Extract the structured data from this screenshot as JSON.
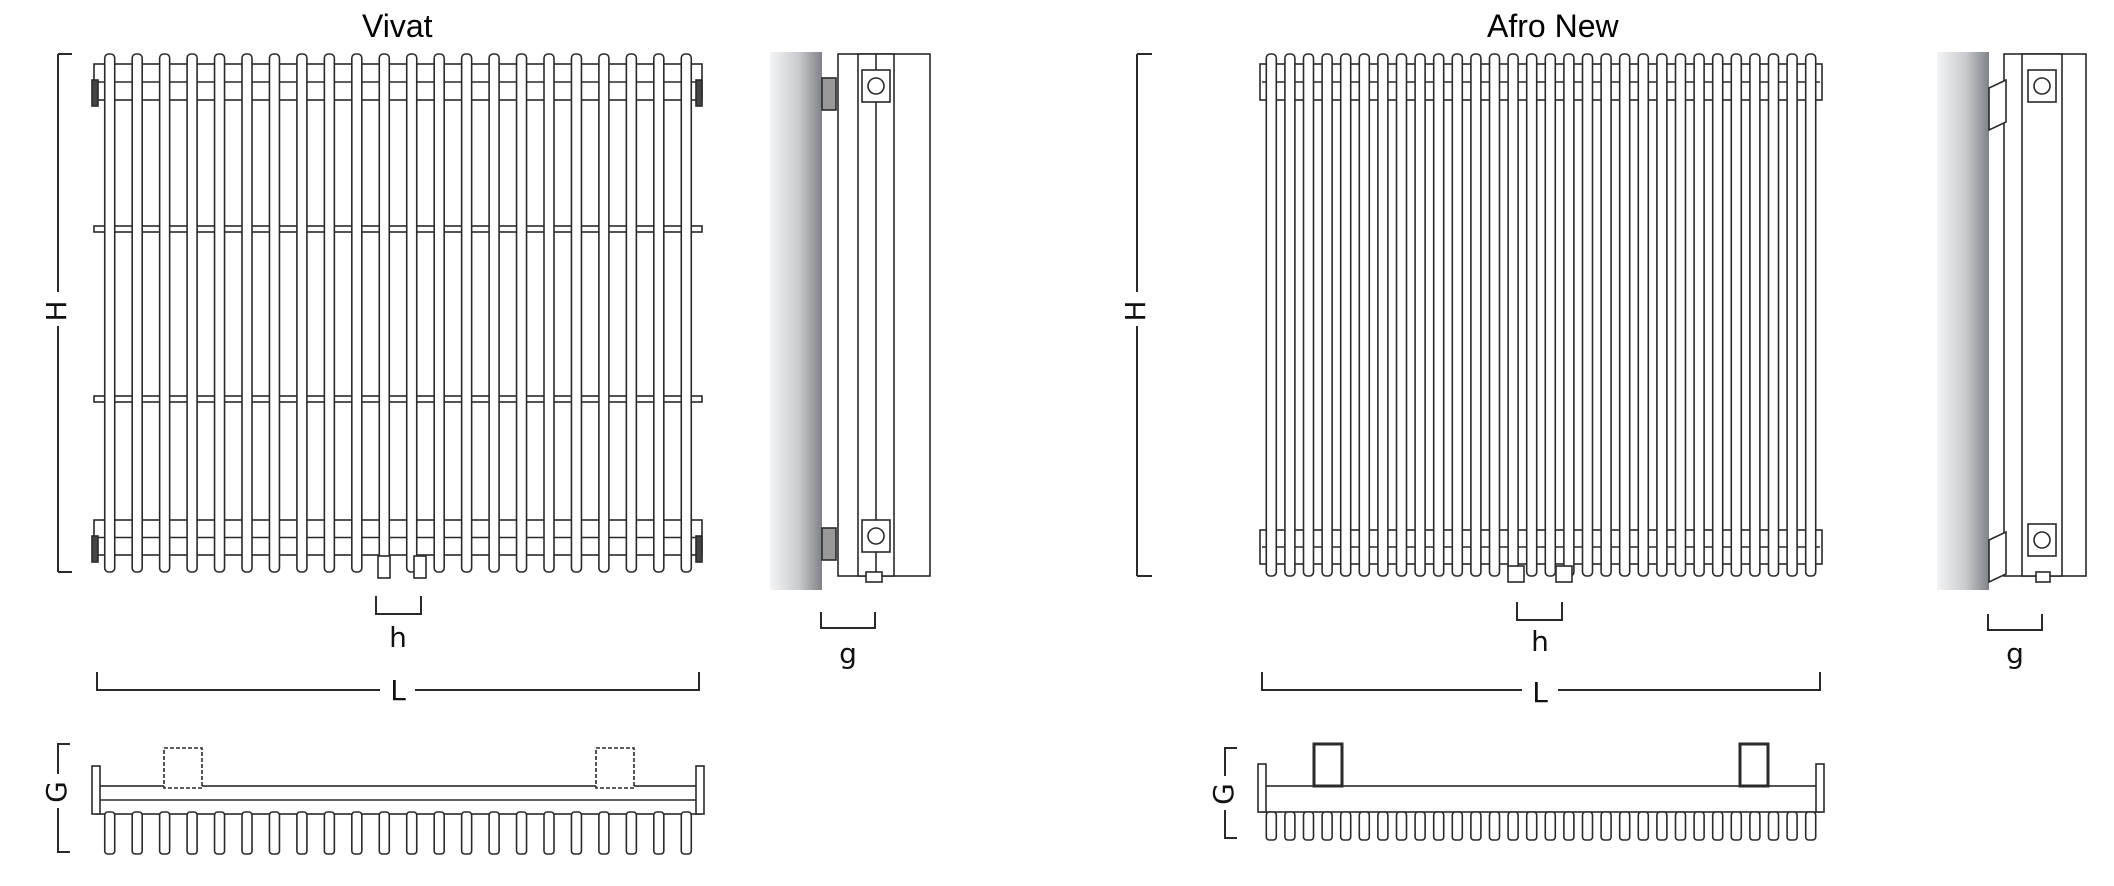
{
  "products": [
    {
      "name": "Vivat",
      "labels": {
        "height": "H",
        "length": "L",
        "connection": "h",
        "wall": "g",
        "depth": "G"
      }
    },
    {
      "name": "Afro New",
      "labels": {
        "height": "H",
        "length": "L",
        "connection": "h",
        "wall": "g",
        "depth": "G"
      }
    }
  ],
  "colors": {
    "line": "#2a2a2a",
    "wall_dark": "#8d8f93",
    "wall_light": "#e9eaec",
    "fill": "#ffffff"
  }
}
